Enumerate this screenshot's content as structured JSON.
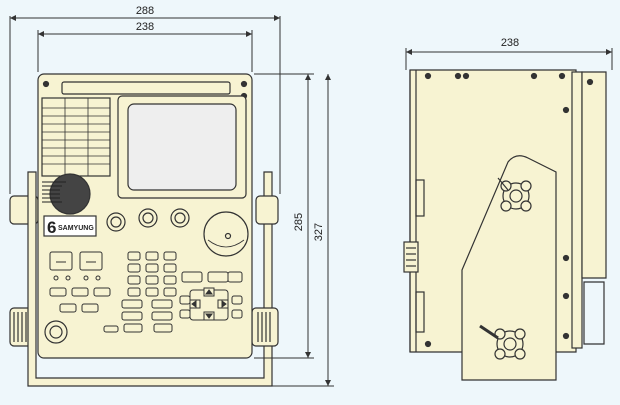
{
  "dimensions": {
    "front_outer_width": "288",
    "front_inner_width": "238",
    "front_height_body": "285",
    "front_height_total": "327",
    "side_width": "238"
  },
  "brand": {
    "number": "6",
    "name": "SAMYUNG"
  },
  "colors": {
    "background": "#eef7fb",
    "body": "#f7f3d2",
    "line": "#333333",
    "screen": "#eeeeee"
  }
}
